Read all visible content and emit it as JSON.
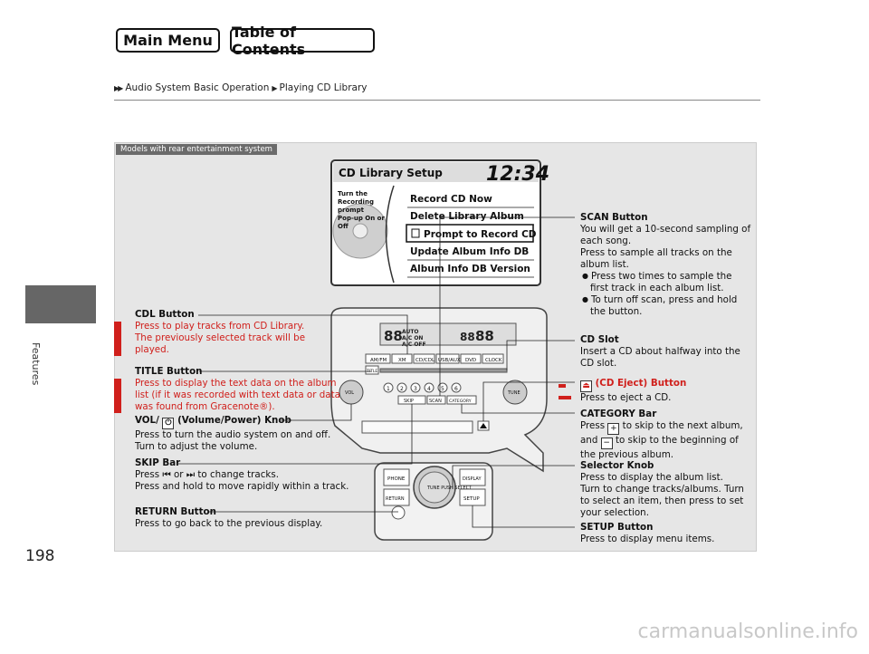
{
  "nav": {
    "main_menu": "Main Menu",
    "table_of_contents": "Table of Contents"
  },
  "breadcrumb": {
    "part1": "Audio System Basic Operation",
    "part2": "Playing CD Library"
  },
  "sidebar": {
    "section": "Features"
  },
  "page_number": "198",
  "panel_tag": "Models with rear entertainment system",
  "screen": {
    "title": "CD Library Setup",
    "clock": "12:34",
    "note": [
      "Turn the",
      "Recording",
      "prompt",
      "Pop-up On or",
      "Off"
    ],
    "items": [
      "Record CD Now",
      "Delete Library Album",
      "Prompt to Record CD",
      "Update Album Info DB",
      "Album Info DB Version"
    ]
  },
  "unit": {
    "buttons_row1": [
      "AM/FM",
      "XM",
      "CD/CDL",
      "USB/AUX",
      "DVD",
      "CLOCK"
    ],
    "title_btn": "TITLE",
    "presets": [
      "1",
      "2",
      "3",
      "4",
      "5",
      "6"
    ],
    "skip": "SKIP",
    "scan": "SCAN",
    "category": "CATEGORY",
    "vol": "VOL",
    "tune": "TUNE",
    "phone": "PHONE",
    "setup": "SETUP",
    "display": "DISPLAY",
    "tune_push": "TUNE PUSH SELECT",
    "return": "RETURN"
  },
  "callouts": {
    "scan": {
      "title": "SCAN Button",
      "lines": [
        "You will get a 10-second sampling of each song.",
        "Press to sample all tracks on the album list."
      ],
      "bullets": [
        "Press two times to sample the first track in each album list.",
        "To turn off scan, press and hold the button."
      ]
    },
    "cdl": {
      "title": "CDL Button",
      "desc": "Press to play tracks from CD Library. The previously selected track will be played."
    },
    "cd_slot": {
      "title": "CD Slot",
      "desc": "Insert a CD about halfway into the CD slot."
    },
    "title_btn": {
      "title": "TITLE Button",
      "desc": "Press to display the text data on the album list (if it was recorded with text data or data was found from Gracenote®)."
    },
    "eject": {
      "title": "(CD Eject) Button",
      "desc": "Press to eject a CD."
    },
    "vol": {
      "title_a": "VOL/",
      "title_b": "(Volume/Power) Knob",
      "desc": "Press to turn the audio system on and off. Turn to adjust the volume."
    },
    "category": {
      "title": "CATEGORY Bar",
      "a": "Press",
      "b": "to skip to the next album,",
      "c": "and",
      "d": "to skip to the beginning of the previous album."
    },
    "skip": {
      "title": "SKIP Bar",
      "a": "Press",
      "b": "or",
      "c": "to change tracks.",
      "desc2": "Press and hold to move rapidly within a track."
    },
    "selector": {
      "title": "Selector Knob",
      "desc1": "Press to display the album list.",
      "desc2": "Turn to change tracks/albums. Turn to select an item, then press to set your selection."
    },
    "return": {
      "title": "RETURN Button",
      "desc": "Press to go back to the previous display."
    },
    "setup": {
      "title": "SETUP Button",
      "desc": "Press to display menu items."
    }
  },
  "colors": {
    "accent_red": "#d0201c",
    "panel_bg": "#e6e6e6",
    "tag_bg": "#6b6b6b"
  },
  "watermark": "carmanualsonline.info"
}
